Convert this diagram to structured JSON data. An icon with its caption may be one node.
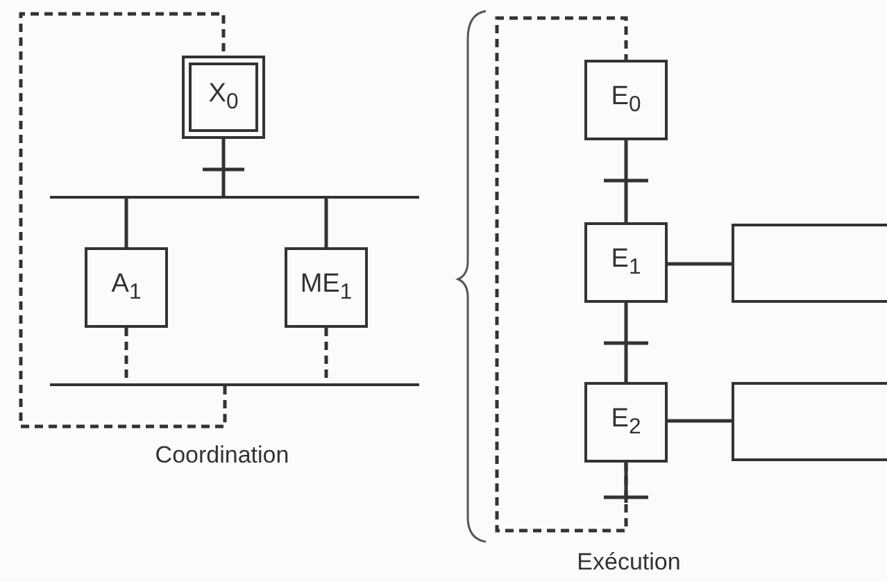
{
  "diagram": {
    "nodes": [
      {
        "text": [
          "X$_{0}$"
        ]
      },
      {
        "text": [],
        "shape": "bar"
      },
      {
        "text": [
          "A$_{1}$"
        ]
      },
      {
        "text": [
          "ME$_{1}$"
        ]
      },
      {
        "text": [],
        "shape": "bar"
      },
      {
        "text": [
          "E$_{0}$"
        ]
      },
      {
        "text": [
          "E$_{1}$"
        ]
      },
      {
        "text": [
          "E$_{2}$"
        ]
      },
      {
        "text": [],
        "shape": "box"
      },
      {
        "text": [],
        "shape": "box"
      }
    ],
    "edges": [
      {
        "from": 0,
        "to": 1,
        "arrow": "none"
      },
      {
        "from": 1,
        "to": 2,
        "arrow": "none"
      },
      {
        "from": 1,
        "to": 3,
        "arrow": "none"
      },
      {
        "from": 2,
        "to": 4,
        "arrow": "none",
        "style": "dashed"
      },
      {
        "from": 3,
        "to": 4,
        "arrow": "none",
        "style": "dashed"
      },
      {
        "from": 4,
        "to": 0,
        "arrow": "none",
        "style": "dashed"
      },
      {
        "from": 5,
        "to": 6,
        "arrow": "none"
      },
      {
        "from": 6,
        "to": 7,
        "arrow": "none"
      },
      {
        "from": 7,
        "to": 5,
        "arrow": "none",
        "style": "dashed"
      },
      {
        "from": 6,
        "to": 8,
        "arrow": "none"
      },
      {
        "from": 7,
        "to": 9,
        "arrow": "none"
      }
    ],
    "labels": [
      "Coordination",
      "Exécution"
    ]
  }
}
